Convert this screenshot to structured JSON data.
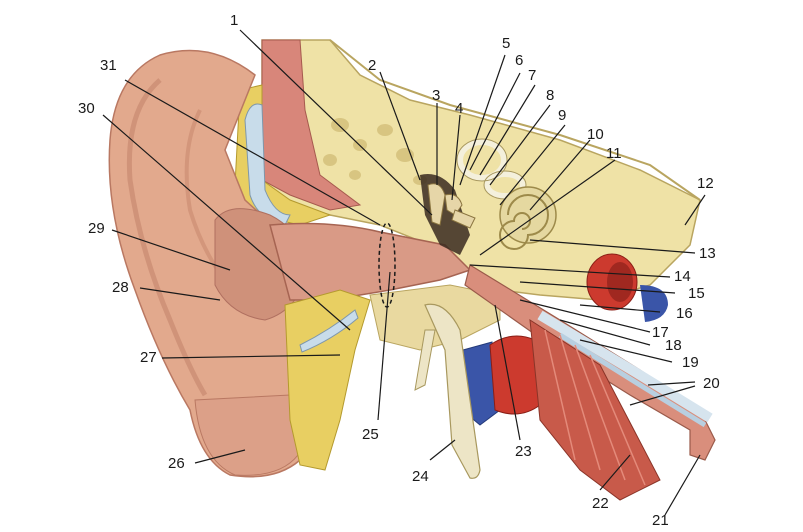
{
  "figure": {
    "labels": [
      "1",
      "2",
      "3",
      "4",
      "5",
      "6",
      "7",
      "8",
      "9",
      "10",
      "11",
      "12",
      "13",
      "14",
      "15",
      "16",
      "17",
      "18",
      "19",
      "20",
      "21",
      "22",
      "23",
      "24",
      "25",
      "26",
      "27",
      "28",
      "29",
      "30",
      "31"
    ]
  },
  "colors": {
    "skin": "#e2a98d",
    "skin_shadow": "#c98a70",
    "bone": "#efe2a6",
    "bone_dark": "#d8c77e",
    "fat": "#e8cf62",
    "muscle": "#c85a4a",
    "vessel_red": "#cc3a2e",
    "vessel_blue": "#3a55a8",
    "cartilage": "#c8dcea",
    "canal": "#d99a86",
    "line": "#1a1a1a"
  }
}
